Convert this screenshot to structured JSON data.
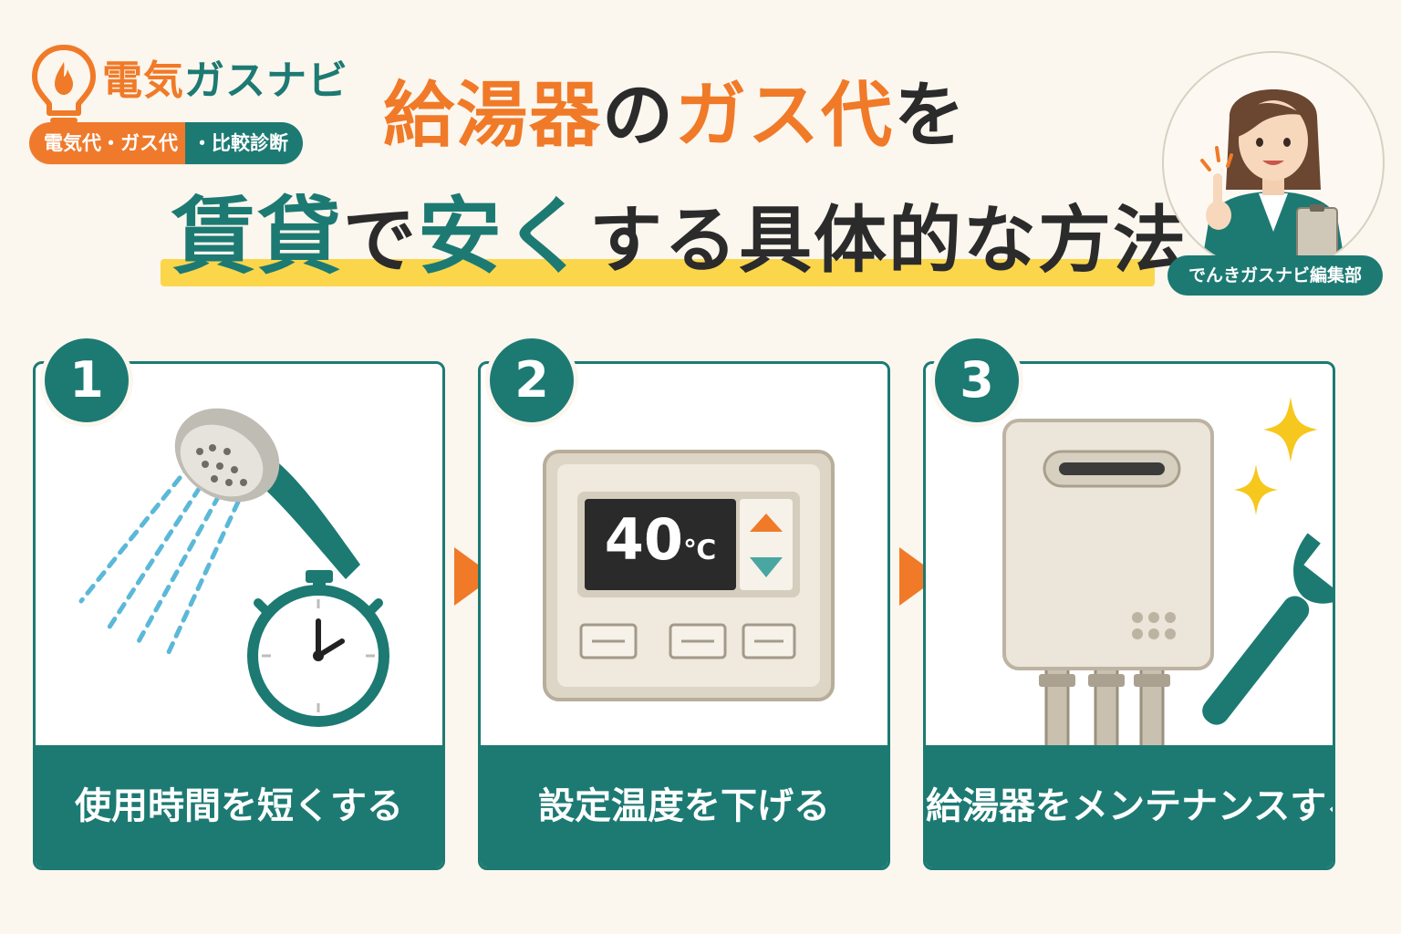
{
  "brand": {
    "name_part1": "電気",
    "name_part2": "ガスナビ",
    "badge_part1": "電気代・ガス代",
    "badge_part2": "・比較診断",
    "colors": {
      "orange": "#f07a28",
      "teal": "#1c7a73",
      "yellow": "#fbd64b"
    }
  },
  "title": {
    "line1": [
      {
        "text": "給湯器",
        "color": "orange"
      },
      {
        "text": "の",
        "color": "dark"
      },
      {
        "text": "ガス代",
        "color": "orange"
      },
      {
        "text": "を",
        "color": "dark"
      }
    ],
    "line2": [
      {
        "text": "賃貸",
        "color": "teal"
      },
      {
        "text": "で",
        "color": "dark"
      },
      {
        "text": "安く",
        "color": "teal"
      },
      {
        "text": "する具体的な方法",
        "color": "dark"
      }
    ]
  },
  "author": {
    "label": "でんきガスナビ編集部"
  },
  "steps": [
    {
      "number": "1",
      "label": "使用時間を短くする",
      "icon": "shower-stopwatch-icon"
    },
    {
      "number": "2",
      "label": "設定温度を下げる",
      "icon": "thermostat-panel-icon",
      "display_value": "40",
      "display_unit": "℃"
    },
    {
      "number": "3",
      "label": "給湯器をメンテナンスする",
      "icon": "water-heater-wrench-icon"
    }
  ]
}
